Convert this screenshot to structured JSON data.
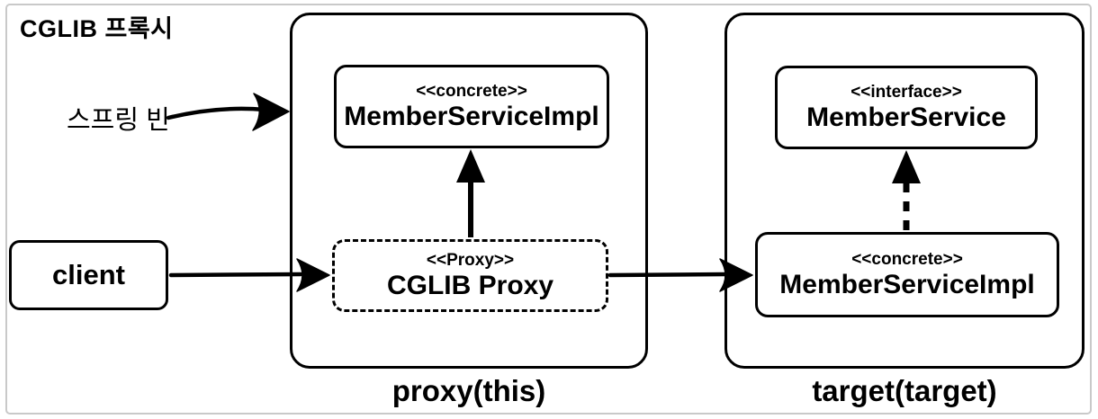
{
  "diagram": {
    "title": "CGLIB 프록시",
    "spring_bean_label": "스프링 빈",
    "client": {
      "label": "client"
    },
    "proxy_container": {
      "label": "proxy(this)",
      "concrete_box": {
        "stereotype": "<<concrete>>",
        "name": "MemberServiceImpl"
      },
      "proxy_box": {
        "stereotype": "<<Proxy>>",
        "name": "CGLIB Proxy"
      }
    },
    "target_container": {
      "label": "target(target)",
      "interface_box": {
        "stereotype": "<<interface>>",
        "name": "MemberService"
      },
      "concrete_box": {
        "stereotype": "<<concrete>>",
        "name": "MemberServiceImpl"
      }
    },
    "relations": [
      {
        "name": "spring-bean-to-proxy-container",
        "style": "solid-handdrawn",
        "direction": "right"
      },
      {
        "name": "client-to-cglib-proxy",
        "style": "solid-handdrawn",
        "direction": "right"
      },
      {
        "name": "cglib-proxy-to-target-memberserviceimpl",
        "style": "solid-handdrawn",
        "direction": "right"
      },
      {
        "name": "cglib-proxy-extends-memberserviceimpl",
        "style": "solid",
        "direction": "up"
      },
      {
        "name": "memberserviceimpl-implements-memberservice",
        "style": "dashed",
        "direction": "up"
      }
    ],
    "colors": {
      "ink": "#000000",
      "frame_border": "#c9c9c9",
      "background": "#ffffff"
    }
  }
}
